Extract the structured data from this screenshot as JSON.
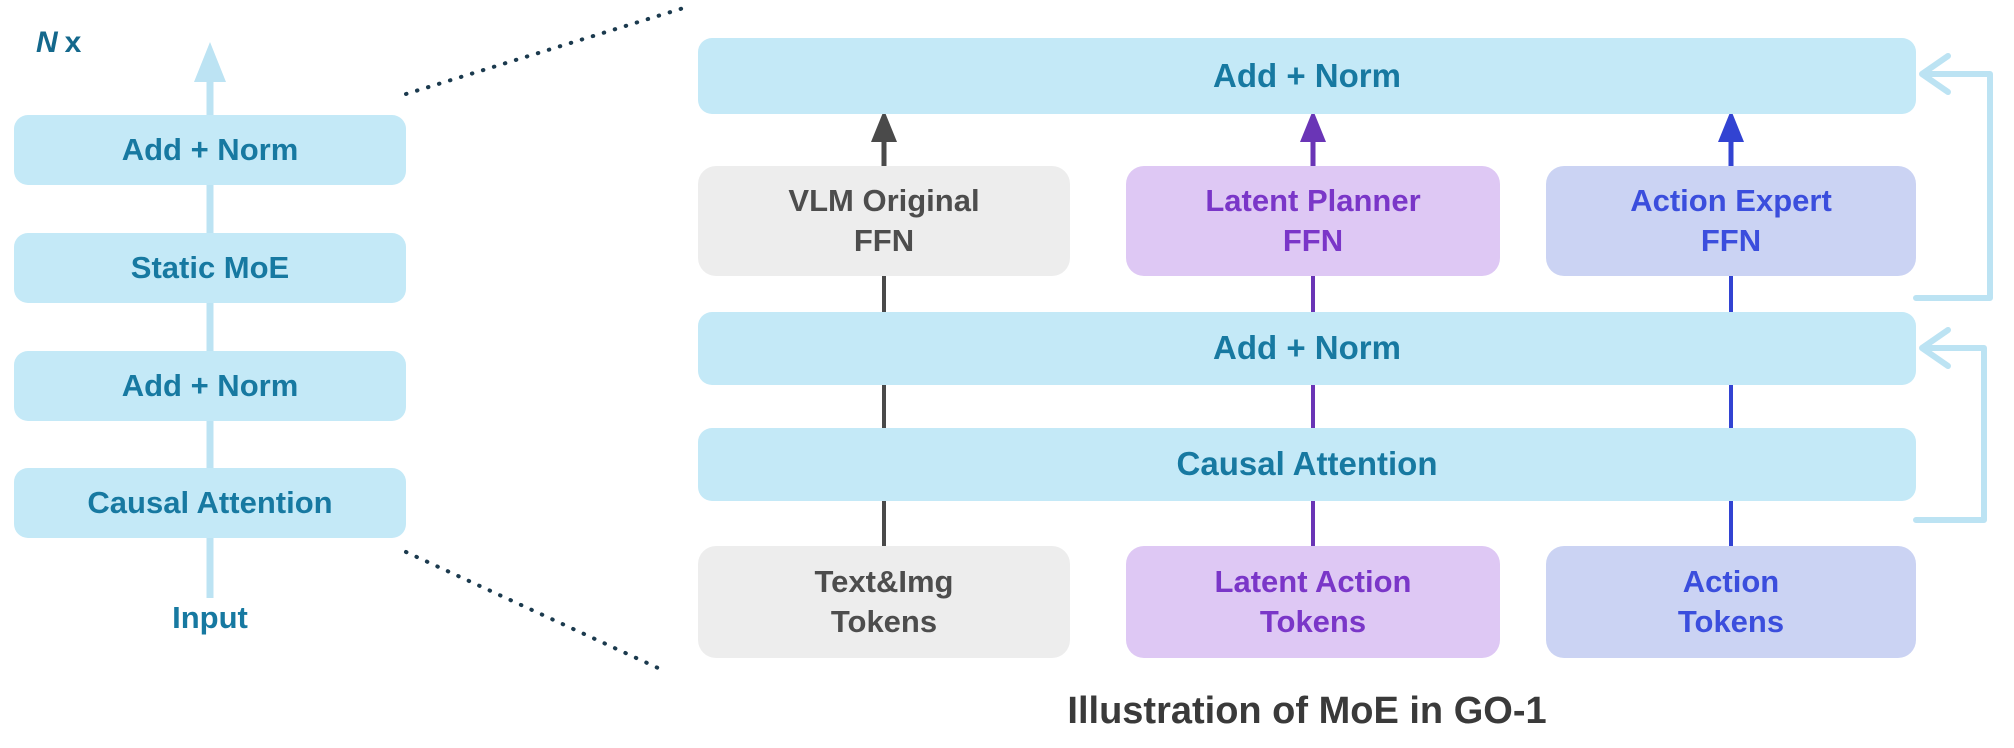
{
  "caption": "Illustration of MoE in GO-1",
  "left_stack": {
    "repeat_var": "N",
    "repeat_suffix": "x",
    "blocks": [
      {
        "label": "Add + Norm"
      },
      {
        "label": "Static MoE"
      },
      {
        "label": "Add + Norm"
      },
      {
        "label": "Causal Attention"
      }
    ],
    "input_label": "Input"
  },
  "right_panel": {
    "top_add_norm_label": "Add + Norm",
    "ffn_blocks": [
      {
        "line1": "VLM Original",
        "line2": "FFN"
      },
      {
        "line1": "Latent Planner",
        "line2": "FFN"
      },
      {
        "line1": "Action Expert",
        "line2": "FFN"
      }
    ],
    "mid_add_norm_label": "Add + Norm",
    "causal_attention_label": "Causal Attention",
    "token_blocks": [
      {
        "line1": "Text&Img",
        "line2": "Tokens"
      },
      {
        "line1": "Latent Action",
        "line2": "Tokens"
      },
      {
        "line1": "Action",
        "line2": "Tokens"
      }
    ]
  },
  "colors": {
    "light_blue_fill": "#C4E9F7",
    "teal_text": "#1779A1",
    "gray_fill": "#EDEDED",
    "gray_text": "#4D4D4D",
    "purple_fill": "#DEC8F4",
    "purple_text": "#7A36C8",
    "blue_fill": "#CBD3F3",
    "blue_text": "#3B4EDD",
    "gray_arrow": "#4A4A4A",
    "purple_arrow": "#6A35B6",
    "blue_arrow": "#3243D2",
    "skip_line": "#BCE3F3",
    "dotted_line": "#1B3A4E",
    "caption_text": "#3A3A3A"
  }
}
